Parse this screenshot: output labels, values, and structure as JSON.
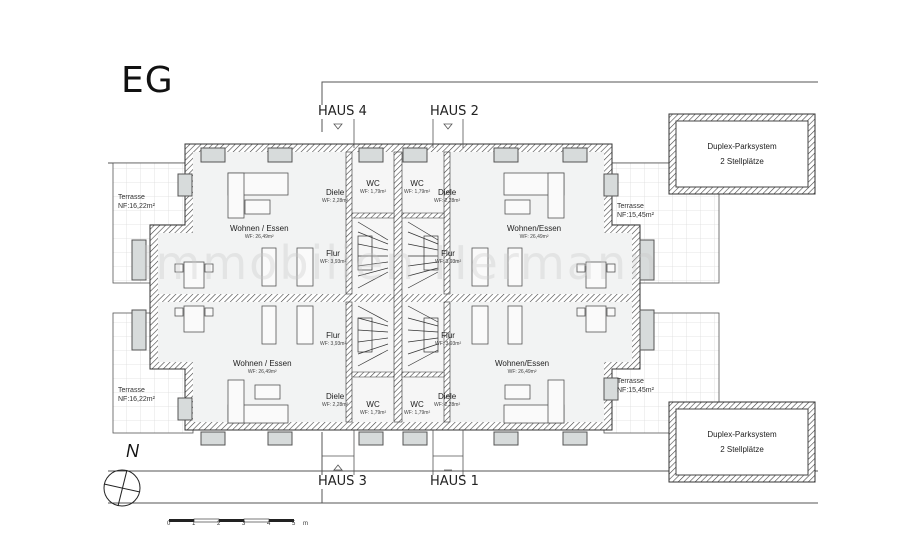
{
  "plan": {
    "title": "EG",
    "watermark": "Immobilien Hermann",
    "houses": {
      "top_left": "HAUS 4",
      "top_right": "HAUS 2",
      "bottom_left": "HAUS 3",
      "bottom_right": "HAUS 1"
    },
    "rooms": {
      "haus4": {
        "wohnen": {
          "name": "Wohnen / Essen",
          "area": "WF: 26,49m²"
        },
        "flur": {
          "name": "Flur",
          "area": "WF: 3,93m²"
        },
        "diele": {
          "name": "Diele",
          "area": "WF: 2,28m²"
        },
        "wc": {
          "name": "WC",
          "area": "WF: 1,79m²"
        },
        "terrasse": {
          "name": "Terrasse",
          "area": "NF:16,22m²"
        }
      },
      "haus2": {
        "wohnen": {
          "name": "Wohnen/Essen",
          "area": "WF: 26,49m²"
        },
        "flur": {
          "name": "Flur",
          "area": "WF: 3,93m²"
        },
        "diele": {
          "name": "Diele",
          "area": "WF: 2,28m²"
        },
        "wc": {
          "name": "WC",
          "area": "WF: 1,79m²"
        },
        "terrasse": {
          "name": "Terrasse",
          "area": "NF:15,45m²"
        }
      },
      "haus3": {
        "wohnen": {
          "name": "Wohnen / Essen",
          "area": "WF: 26,49m²"
        },
        "flur": {
          "name": "Flur",
          "area": "WF: 3,93m²"
        },
        "diele": {
          "name": "Diele",
          "area": "WF: 2,28m²"
        },
        "wc": {
          "name": "WC",
          "area": "WF: 1,79m²"
        },
        "terrasse": {
          "name": "Terrasse",
          "area": "NF:16,22m²"
        }
      },
      "haus1": {
        "wohnen": {
          "name": "Wohnen/Essen",
          "area": "WF: 26,49m²"
        },
        "flur": {
          "name": "Flur",
          "area": "WF: 3,93m²"
        },
        "diele": {
          "name": "Diele",
          "area": "WF: 2,28m²"
        },
        "wc": {
          "name": "WC",
          "area": "WF: 1,79m²"
        },
        "terrasse": {
          "name": "Terrasse",
          "area": "NF:15,45m²"
        }
      }
    },
    "parking": [
      {
        "line1": "Duplex-Parksystem",
        "line2": "2 Stellplätze"
      },
      {
        "line1": "Duplex-Parksystem",
        "line2": "2 Stellplätze"
      }
    ],
    "north_label": "N",
    "scale": {
      "ticks": [
        "0",
        "1",
        "2",
        "3",
        "4",
        "5"
      ],
      "unit": "m"
    },
    "colors": {
      "wall": "#444444",
      "floor": "#f2f3f3",
      "window": "#d7dbdb",
      "grid": "#d8d8d8",
      "line": "#555555"
    }
  }
}
